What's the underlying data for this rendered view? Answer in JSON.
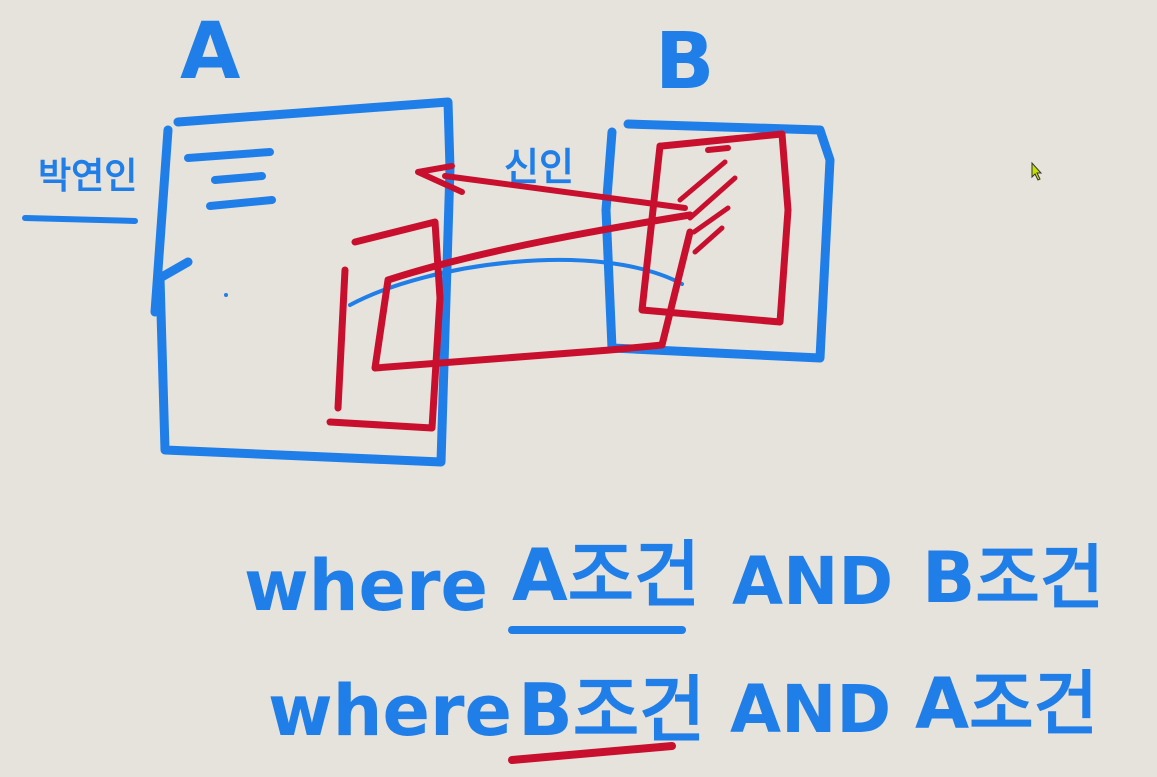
{
  "colors": {
    "background": "#e6e2dc",
    "blue": "#1f7ee8",
    "red": "#c8102e",
    "cursor": "#c8e000"
  },
  "labels": {
    "table_a": "A",
    "table_b": "B",
    "left_note": "박연인",
    "middle_note": "신인"
  },
  "conditions": {
    "line1": {
      "keyword": "where",
      "first": "A조건",
      "connector": "AND",
      "second": "B조건"
    },
    "line2": {
      "keyword": "where",
      "first": "B조건",
      "connector": "AND",
      "second": "A조건"
    }
  },
  "icons": {
    "cursor": "mouse-pointer-icon"
  }
}
